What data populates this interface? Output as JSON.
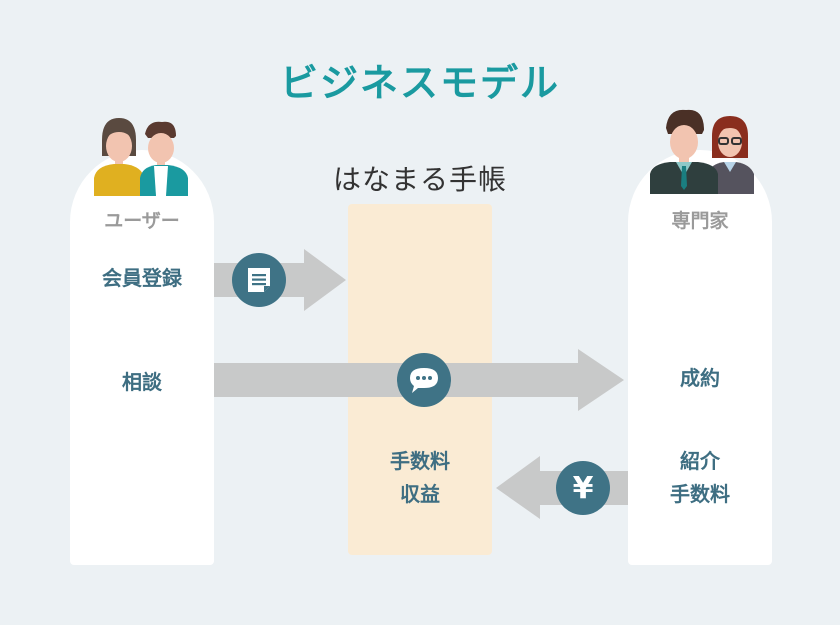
{
  "title": "ビジネスモデル",
  "brand": "はなまる手帳",
  "colors": {
    "accent": "#1a9aa0",
    "label": "#3e6e82",
    "icon_circle": "#3f7386",
    "arrow": "#c8c9c9",
    "center_box": "#faebd4",
    "background": "#ecf1f4"
  },
  "user_column": {
    "role": "ユーザー",
    "items": [
      "会員登録",
      "相談"
    ]
  },
  "expert_column": {
    "role": "専門家",
    "items": [
      "成約",
      "紹介",
      "手数料"
    ]
  },
  "center": {
    "lines": [
      "手数料",
      "収益"
    ]
  },
  "flows": [
    {
      "from": "ユーザー",
      "to": "はなまる手帳",
      "icon": "document-icon"
    },
    {
      "from": "ユーザー",
      "to": "専門家",
      "icon": "chat-bubble-icon"
    },
    {
      "from": "専門家",
      "to": "はなまる手帳",
      "icon": "yen-icon",
      "symbol": "¥"
    }
  ]
}
